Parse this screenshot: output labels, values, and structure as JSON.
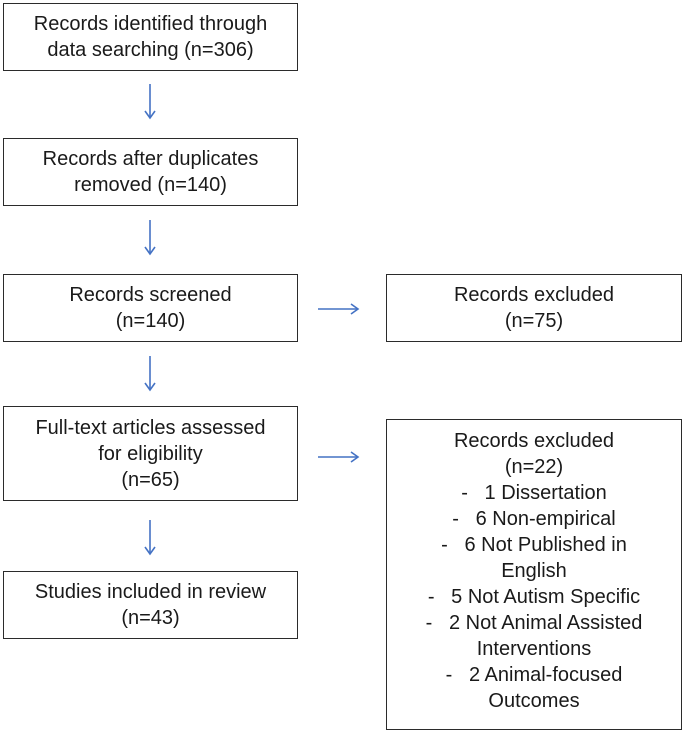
{
  "flow": {
    "box1": {
      "lines": [
        "Records identified through",
        "data searching (n=306)"
      ]
    },
    "box2": {
      "lines": [
        "Records after duplicates",
        "removed (n=140)"
      ]
    },
    "box3": {
      "lines": [
        "Records screened",
        "(n=140)"
      ]
    },
    "box4": {
      "lines": [
        "Full-text articles assessed",
        "for eligibility",
        "(n=65)"
      ]
    },
    "box5": {
      "lines": [
        "Studies included in review",
        "(n=43)"
      ]
    },
    "excl1": {
      "lines": [
        "Records excluded",
        "(n=75)"
      ]
    },
    "excl2": {
      "lines": [
        "Records excluded",
        "(n=22)",
        "-   1 Dissertation",
        "-   6 Non-empirical",
        "-   6 Not Published in",
        "English",
        "-   5 Not Autism Specific",
        "-   2 Not Animal Assisted",
        "Interventions",
        "-   2 Animal-focused",
        "Outcomes"
      ]
    }
  },
  "colors": {
    "arrow": "#4472C4",
    "border": "#2b2b2b"
  }
}
